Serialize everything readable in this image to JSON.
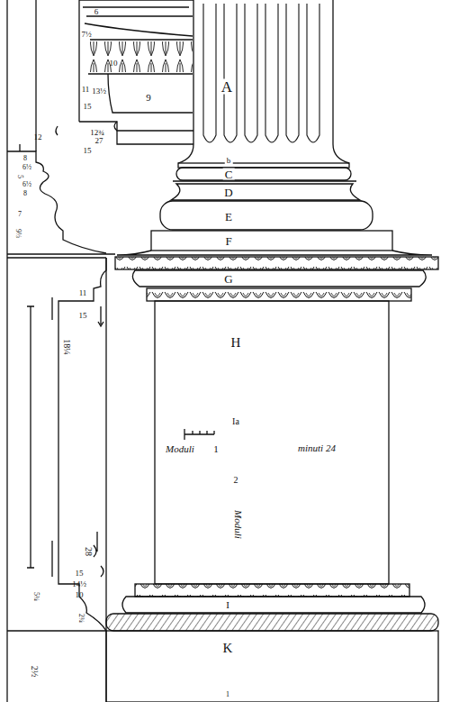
{
  "diagram": {
    "labels": [
      "A",
      "b",
      "C",
      "D",
      "E",
      "F",
      "G",
      "H",
      "Ia",
      "Moduli",
      "1",
      "minuti 24",
      "2",
      "Moduli",
      "I",
      "K",
      "1",
      "6",
      "7½",
      "11",
      "13½",
      "15",
      "10",
      "9",
      "12¾",
      "27",
      "15",
      "12",
      "8",
      "6½",
      "5",
      "6½",
      "8",
      "7",
      "9⅓",
      "11",
      "15",
      "18¼",
      "28",
      "15",
      "14½",
      "10",
      "2¾",
      "5¾",
      "2½"
    ]
  }
}
